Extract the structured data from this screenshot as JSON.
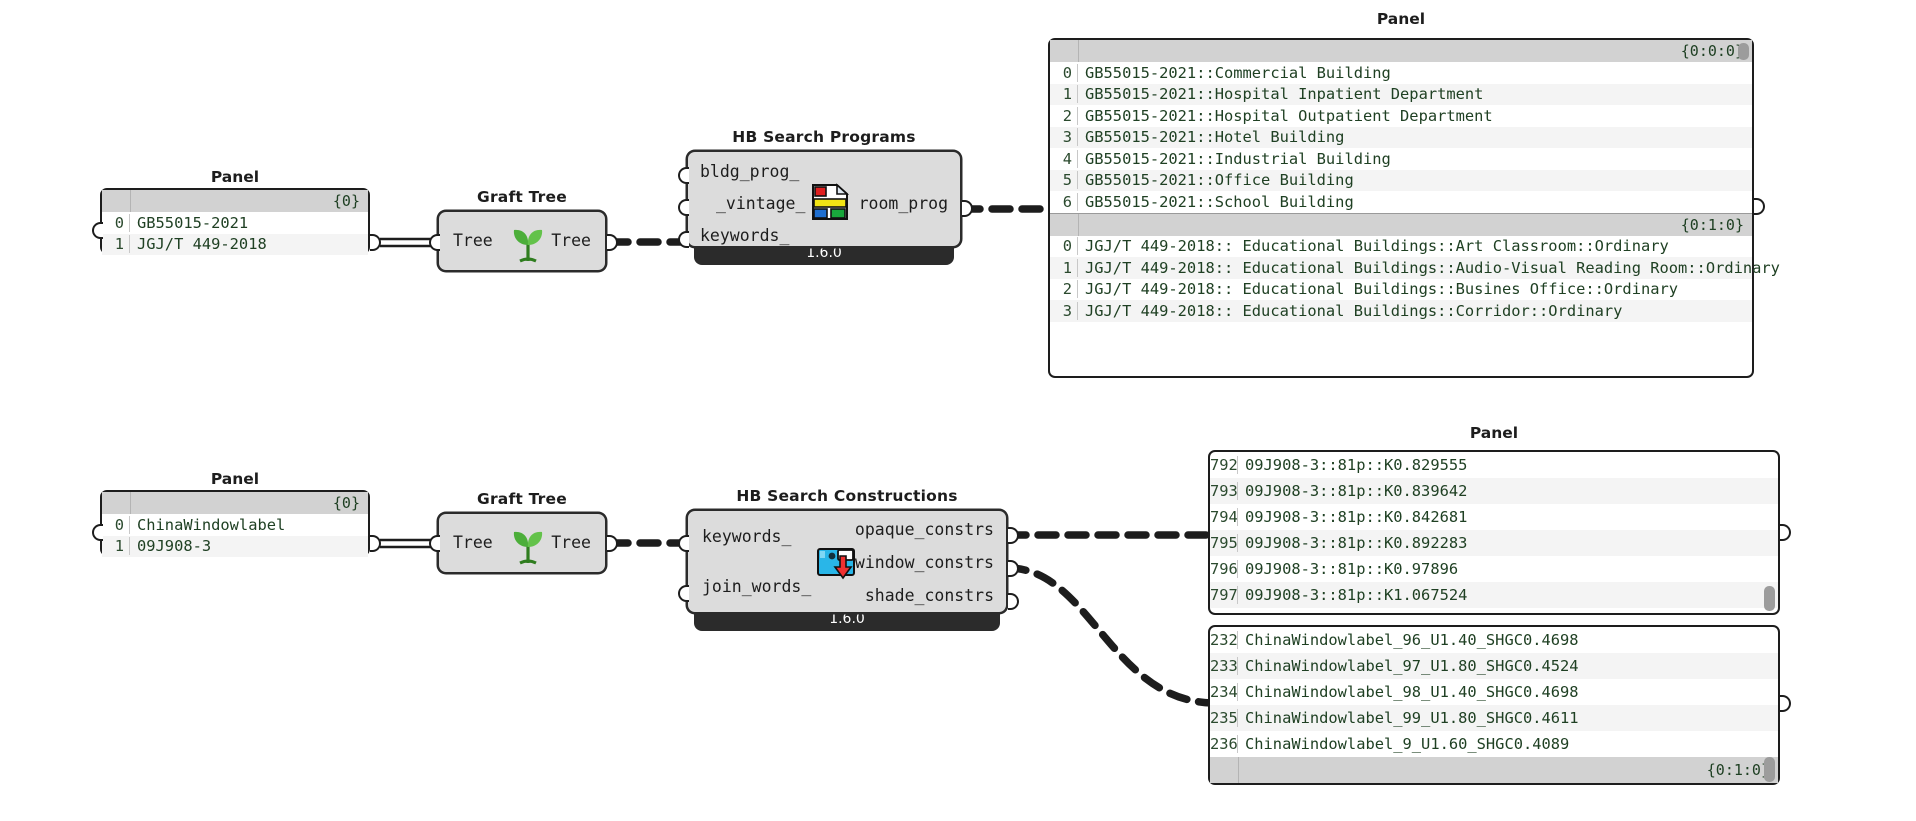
{
  "graph": {
    "app": "grasshopper-canvas",
    "background": "#ffffff",
    "text_color": "#1f4023",
    "wire_style": "dashed"
  },
  "top_flow": {
    "source_panel": {
      "title": "Panel",
      "header": "{0}",
      "rows": [
        {
          "index": "0",
          "value": "GB55015-2021"
        },
        {
          "index": "1",
          "value": "JGJ/T 449-2018"
        }
      ]
    },
    "graft": {
      "title": "Graft Tree",
      "input_label": "Tree",
      "output_label": "Tree",
      "icon": "sprout-icon"
    },
    "component": {
      "title": "HB Search Programs",
      "version": "1.6.0",
      "icon": "hb-programs-icon",
      "inputs": [
        "bldg_prog_",
        "_vintage_",
        "keywords_"
      ],
      "outputs": [
        "room_prog"
      ]
    },
    "result_panel": {
      "title": "Panel",
      "branch_a": {
        "path": "{0:0:0}",
        "rows": [
          {
            "index": "0",
            "value": "GB55015-2021::Commercial Building"
          },
          {
            "index": "1",
            "value": "GB55015-2021::Hospital Inpatient Department"
          },
          {
            "index": "2",
            "value": "GB55015-2021::Hospital Outpatient Department"
          },
          {
            "index": "3",
            "value": "GB55015-2021::Hotel Building"
          },
          {
            "index": "4",
            "value": "GB55015-2021::Industrial Building"
          },
          {
            "index": "5",
            "value": "GB55015-2021::Office Building"
          },
          {
            "index": "6",
            "value": "GB55015-2021::School Building"
          }
        ]
      },
      "branch_b": {
        "path": "{0:1:0}",
        "rows": [
          {
            "index": "0",
            "value": "JGJ/T 449-2018:: Educational Buildings::Art Classroom::Ordinary"
          },
          {
            "index": "1",
            "value": "JGJ/T 449-2018:: Educational Buildings::Audio-Visual Reading Room::Ordinary"
          },
          {
            "index": "2",
            "value": "JGJ/T 449-2018:: Educational Buildings::Busines Office::Ordinary"
          },
          {
            "index": "3",
            "value": "JGJ/T 449-2018:: Educational Buildings::Corridor::Ordinary"
          }
        ]
      }
    }
  },
  "bottom_flow": {
    "source_panel": {
      "title": "Panel",
      "header": "{0}",
      "rows": [
        {
          "index": "0",
          "value": "ChinaWindowlabel"
        },
        {
          "index": "1",
          "value": "09J908-3"
        }
      ]
    },
    "graft": {
      "title": "Graft Tree",
      "input_label": "Tree",
      "output_label": "Tree",
      "icon": "sprout-icon"
    },
    "component": {
      "title": "HB Search Constructions",
      "version": "1.6.0",
      "icon": "hb-constructions-icon",
      "inputs": [
        "keywords_",
        "join_words_"
      ],
      "outputs": [
        "opaque_constrs",
        "window_constrs",
        "shade_constrs"
      ]
    },
    "opaque_panel": {
      "title": "Panel",
      "rows": [
        {
          "index": "792",
          "value": "09J908-3::81p::K0.829555"
        },
        {
          "index": "793",
          "value": "09J908-3::81p::K0.839642"
        },
        {
          "index": "794",
          "value": "09J908-3::81p::K0.842681"
        },
        {
          "index": "795",
          "value": "09J908-3::81p::K0.892283"
        },
        {
          "index": "796",
          "value": "09J908-3::81p::K0.97896"
        },
        {
          "index": "797",
          "value": "09J908-3::81p::K1.067524"
        }
      ]
    },
    "window_panel": {
      "footer": "{0:1:0}",
      "rows": [
        {
          "index": "232",
          "value": "ChinaWindowlabel_96_U1.40_SHGC0.4698"
        },
        {
          "index": "233",
          "value": "ChinaWindowlabel_97_U1.80_SHGC0.4524"
        },
        {
          "index": "234",
          "value": "ChinaWindowlabel_98_U1.40_SHGC0.4698"
        },
        {
          "index": "235",
          "value": "ChinaWindowlabel_99_U1.80_SHGC0.4611"
        },
        {
          "index": "236",
          "value": "ChinaWindowlabel_9_U1.60_SHGC0.4089"
        }
      ]
    }
  }
}
